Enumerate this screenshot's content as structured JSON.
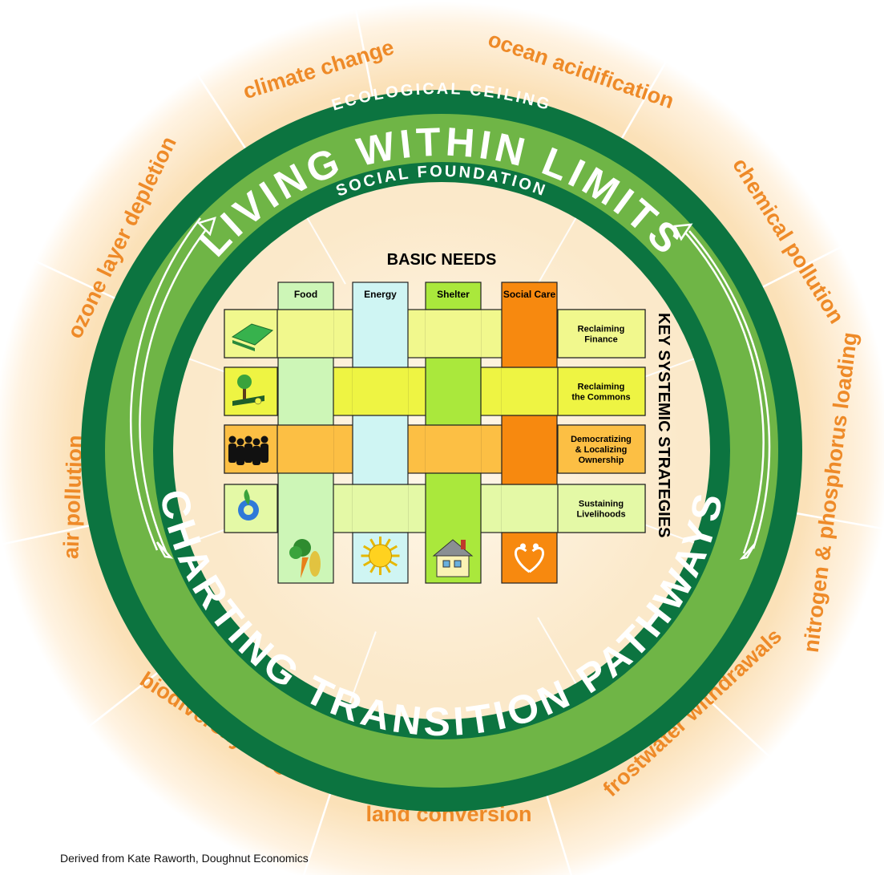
{
  "colors": {
    "outer_text": "#ee8a28",
    "ring_dark": "#0c7440",
    "ring_light": "#6fb546",
    "center_bg": "#fdf0d8"
  },
  "outer_labels": {
    "climate_change": "climate change",
    "ocean_acidification": "ocean acidification",
    "chemical_pollution": "chemical pollution",
    "nitrogen_phosphorus": "nitrogen & phosphorus loading",
    "freshwater_withdrawals": "frostwater withdrawals",
    "land_conversion": "land conversion",
    "biodiversity_loss": "biodiversity loss",
    "air_pollution": "air pollution",
    "ozone_depletion": "ozone layer depletion"
  },
  "rings": {
    "ecological_ceiling": "ECOLOGICAL CEILING",
    "living_within_limits": "LIVING WITHIN LIMITS",
    "social_foundation": "SOCIAL FOUNDATION",
    "charting_pathways": "CHARTING TRANSITION PATHWAYS"
  },
  "basic_needs": {
    "title": "BASIC NEEDS",
    "columns": [
      {
        "label": "Food",
        "color": "#cdf6b7",
        "icon": "vegetables-icon"
      },
      {
        "label": "Energy",
        "color": "#cff5f3",
        "icon": "sun-icon"
      },
      {
        "label": "Shelter",
        "color": "#aae83c",
        "icon": "house-icon"
      },
      {
        "label": "Social Care",
        "color": "#f7890f",
        "icon": "heart-people-icon"
      }
    ]
  },
  "strategies": {
    "title": "KEY SYSTEMIC STRATEGIES",
    "rows": [
      {
        "lines": [
          "Reclaiming",
          "Finance"
        ],
        "color": "#f1f88d",
        "icon": "money-icon"
      },
      {
        "lines": [
          "Reclaiming",
          "the Commons"
        ],
        "color": "#eef443",
        "icon": "tree-landscape-icon"
      },
      {
        "lines": [
          "Democratizing",
          "& Localizing",
          "Ownership"
        ],
        "color": "#fcbf44",
        "icon": "people-group-icon"
      },
      {
        "lines": [
          "Sustaining",
          "Livelihoods"
        ],
        "color": "#e4f9a6",
        "icon": "plant-gear-icon"
      }
    ]
  },
  "credit": "Derived from Kate Raworth, Doughnut Economics"
}
